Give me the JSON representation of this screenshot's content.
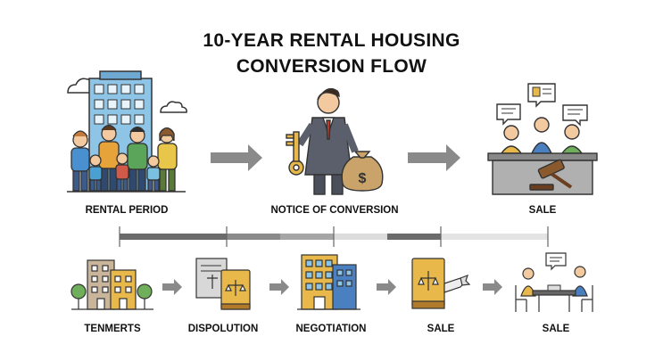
{
  "title": {
    "line1": "10-YEAR RENTAL HOUSING",
    "line2": "CONVERSION FLOW"
  },
  "stages": [
    {
      "label": "RENTAL PERIOD",
      "icon": "family-building-icon"
    },
    {
      "label": "NOTICE OF CONVERSION",
      "icon": "businessman-key-moneybag-icon"
    },
    {
      "label": "SALE",
      "icon": "auction-panel-icon"
    }
  ],
  "steps": [
    {
      "label": "TENMERTS",
      "icon": "buildings-icon"
    },
    {
      "label": "DISPOLUTION",
      "icon": "legal-documents-icon"
    },
    {
      "label": "NEGOTIATION",
      "icon": "apartment-building-icon"
    },
    {
      "label": "SALE",
      "icon": "law-book-icon"
    },
    {
      "label": "SALE",
      "icon": "meeting-table-icon"
    }
  ],
  "colors": {
    "arrow": "#8a8a8a",
    "timeline_dark": "#6b6b6b",
    "timeline_mid": "#a6a6a6",
    "timeline_light": "#dcdcdc",
    "accent_gold": "#e8b84a",
    "building_blue": "#8ec4e6"
  }
}
